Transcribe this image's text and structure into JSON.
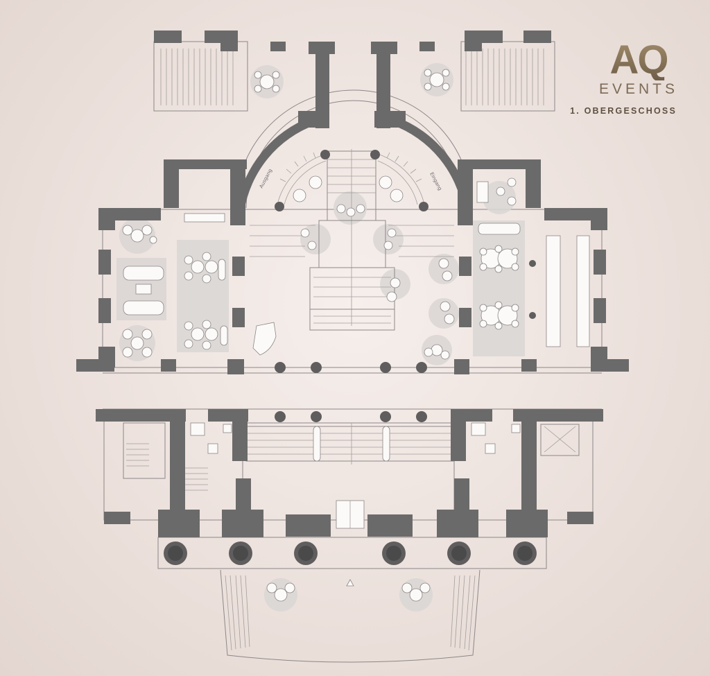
{
  "brand": {
    "mark": "AQ",
    "subtitle": "EVENTS"
  },
  "floor": {
    "label": "1. OBERGESCHOSS"
  },
  "stair_labels": {
    "left": "Ausgang",
    "right": "Eingang"
  },
  "colors": {
    "background": "#ece1dc",
    "walls": "#6b6a6a",
    "zones": "#d9d6d4",
    "furniture": "#fbfaf9",
    "brand_gold": "#8a7659"
  }
}
